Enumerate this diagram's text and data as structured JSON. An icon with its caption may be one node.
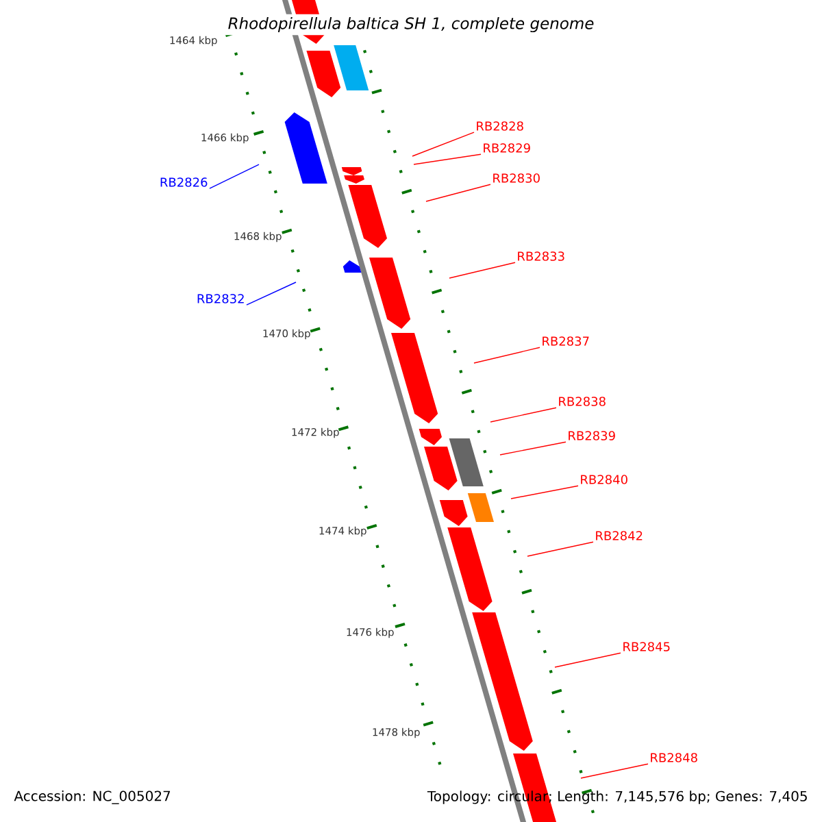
{
  "diagram": {
    "title": "Rhodopirellula baltica SH 1, complete genome",
    "nodes": [
      {
        "text": [
          "RB2826"
        ]
      },
      {
        "text": [
          "RB2832"
        ]
      },
      {
        "text": [
          "RB2828"
        ]
      },
      {
        "text": [
          "RB2829"
        ]
      },
      {
        "text": [
          "RB2830"
        ]
      },
      {
        "text": [
          "RB2833"
        ]
      },
      {
        "text": [
          "RB2837"
        ]
      },
      {
        "text": [
          "RB2838"
        ]
      },
      {
        "text": [
          "RB2839"
        ]
      },
      {
        "text": [
          "RB2840"
        ]
      },
      {
        "text": [
          "RB2842"
        ]
      },
      {
        "text": [
          "RB2845"
        ]
      },
      {
        "text": [
          "RB2848"
        ]
      }
    ],
    "edges": [
      {
        "from": 0,
        "to": null,
        "arrow": "none",
        "color": "#0000ff"
      },
      {
        "from": 1,
        "to": null,
        "arrow": "none",
        "color": "#0000ff"
      },
      {
        "from": 2,
        "to": null,
        "arrow": "none"
      },
      {
        "from": 3,
        "to": null,
        "arrow": "none"
      },
      {
        "from": 4,
        "to": null,
        "arrow": "none"
      },
      {
        "from": 5,
        "to": null,
        "arrow": "none"
      },
      {
        "from": 6,
        "to": null,
        "arrow": "none"
      },
      {
        "from": 7,
        "to": null,
        "arrow": "none"
      },
      {
        "from": 8,
        "to": null,
        "arrow": "none"
      },
      {
        "from": 9,
        "to": null,
        "arrow": "none"
      },
      {
        "from": 10,
        "to": null,
        "arrow": "none"
      },
      {
        "from": 11,
        "to": null,
        "arrow": "none"
      },
      {
        "from": 12,
        "to": null,
        "arrow": "none"
      }
    ],
    "labels": [
      "1464 kbp",
      "1466 kbp",
      "1468 kbp",
      "1470 kbp",
      "1472 kbp",
      "1474 kbp",
      "1476 kbp",
      "1478 kbp",
      "Accession: NC_005027",
      "Topology: circular; Length: 7,145,576 bp; Genes: 7,405"
    ]
  }
}
